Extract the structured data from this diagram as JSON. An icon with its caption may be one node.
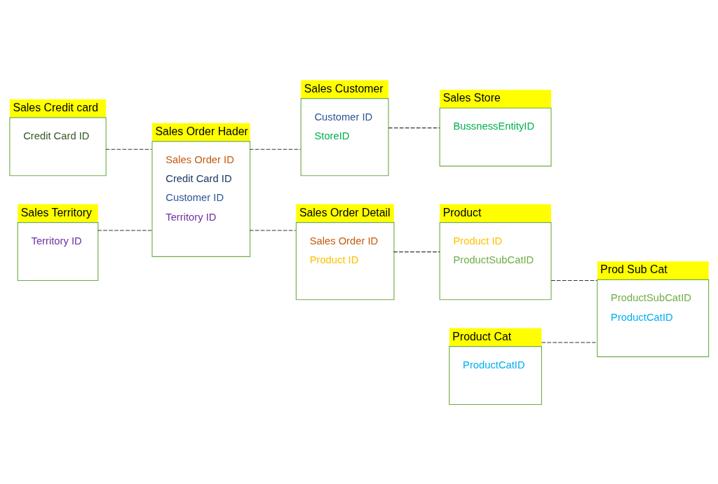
{
  "diagram": {
    "nodes": [
      {
        "text": [
          "Sales Credit card",
          "Credit Card ID"
        ]
      },
      {
        "text": [
          "Sales Territory",
          "Territory ID"
        ]
      },
      {
        "text": [
          "Sales Customer",
          "Customer ID",
          "StoreID"
        ]
      },
      {
        "text": [
          "Sales Store",
          "BussnessEntityID"
        ]
      },
      {
        "text": [
          "Sales Order Hader",
          "Sales Order ID",
          "Credit Card ID",
          "Customer ID",
          "Territory ID"
        ]
      },
      {
        "text": [
          "Sales Order Detail",
          "Sales Order ID",
          "Product ID"
        ]
      },
      {
        "text": [
          "Product",
          "Product ID",
          "ProductSubCatID"
        ]
      },
      {
        "text": [
          "Product Cat",
          "ProductCatID"
        ]
      },
      {
        "text": [
          "Prod Sub Cat",
          "ProductSubCatID",
          "ProductCatID"
        ]
      }
    ],
    "edges": [
      {
        "from": 0,
        "to": 4,
        "arrow": "none",
        "style": "dashed"
      },
      {
        "from": 1,
        "to": 4,
        "arrow": "none",
        "style": "dashed"
      },
      {
        "from": 2,
        "to": 3,
        "arrow": "none",
        "style": "dashed"
      },
      {
        "from": 4,
        "to": 2,
        "arrow": "none",
        "style": "dashed"
      },
      {
        "from": 4,
        "to": 5,
        "arrow": "none",
        "style": "dashed"
      },
      {
        "from": 5,
        "to": 6,
        "arrow": "none",
        "style": "dashed"
      },
      {
        "from": 6,
        "to": 8,
        "arrow": "none",
        "style": "dashed"
      },
      {
        "from": 7,
        "to": 8,
        "arrow": "none",
        "style": "dashed"
      }
    ]
  }
}
